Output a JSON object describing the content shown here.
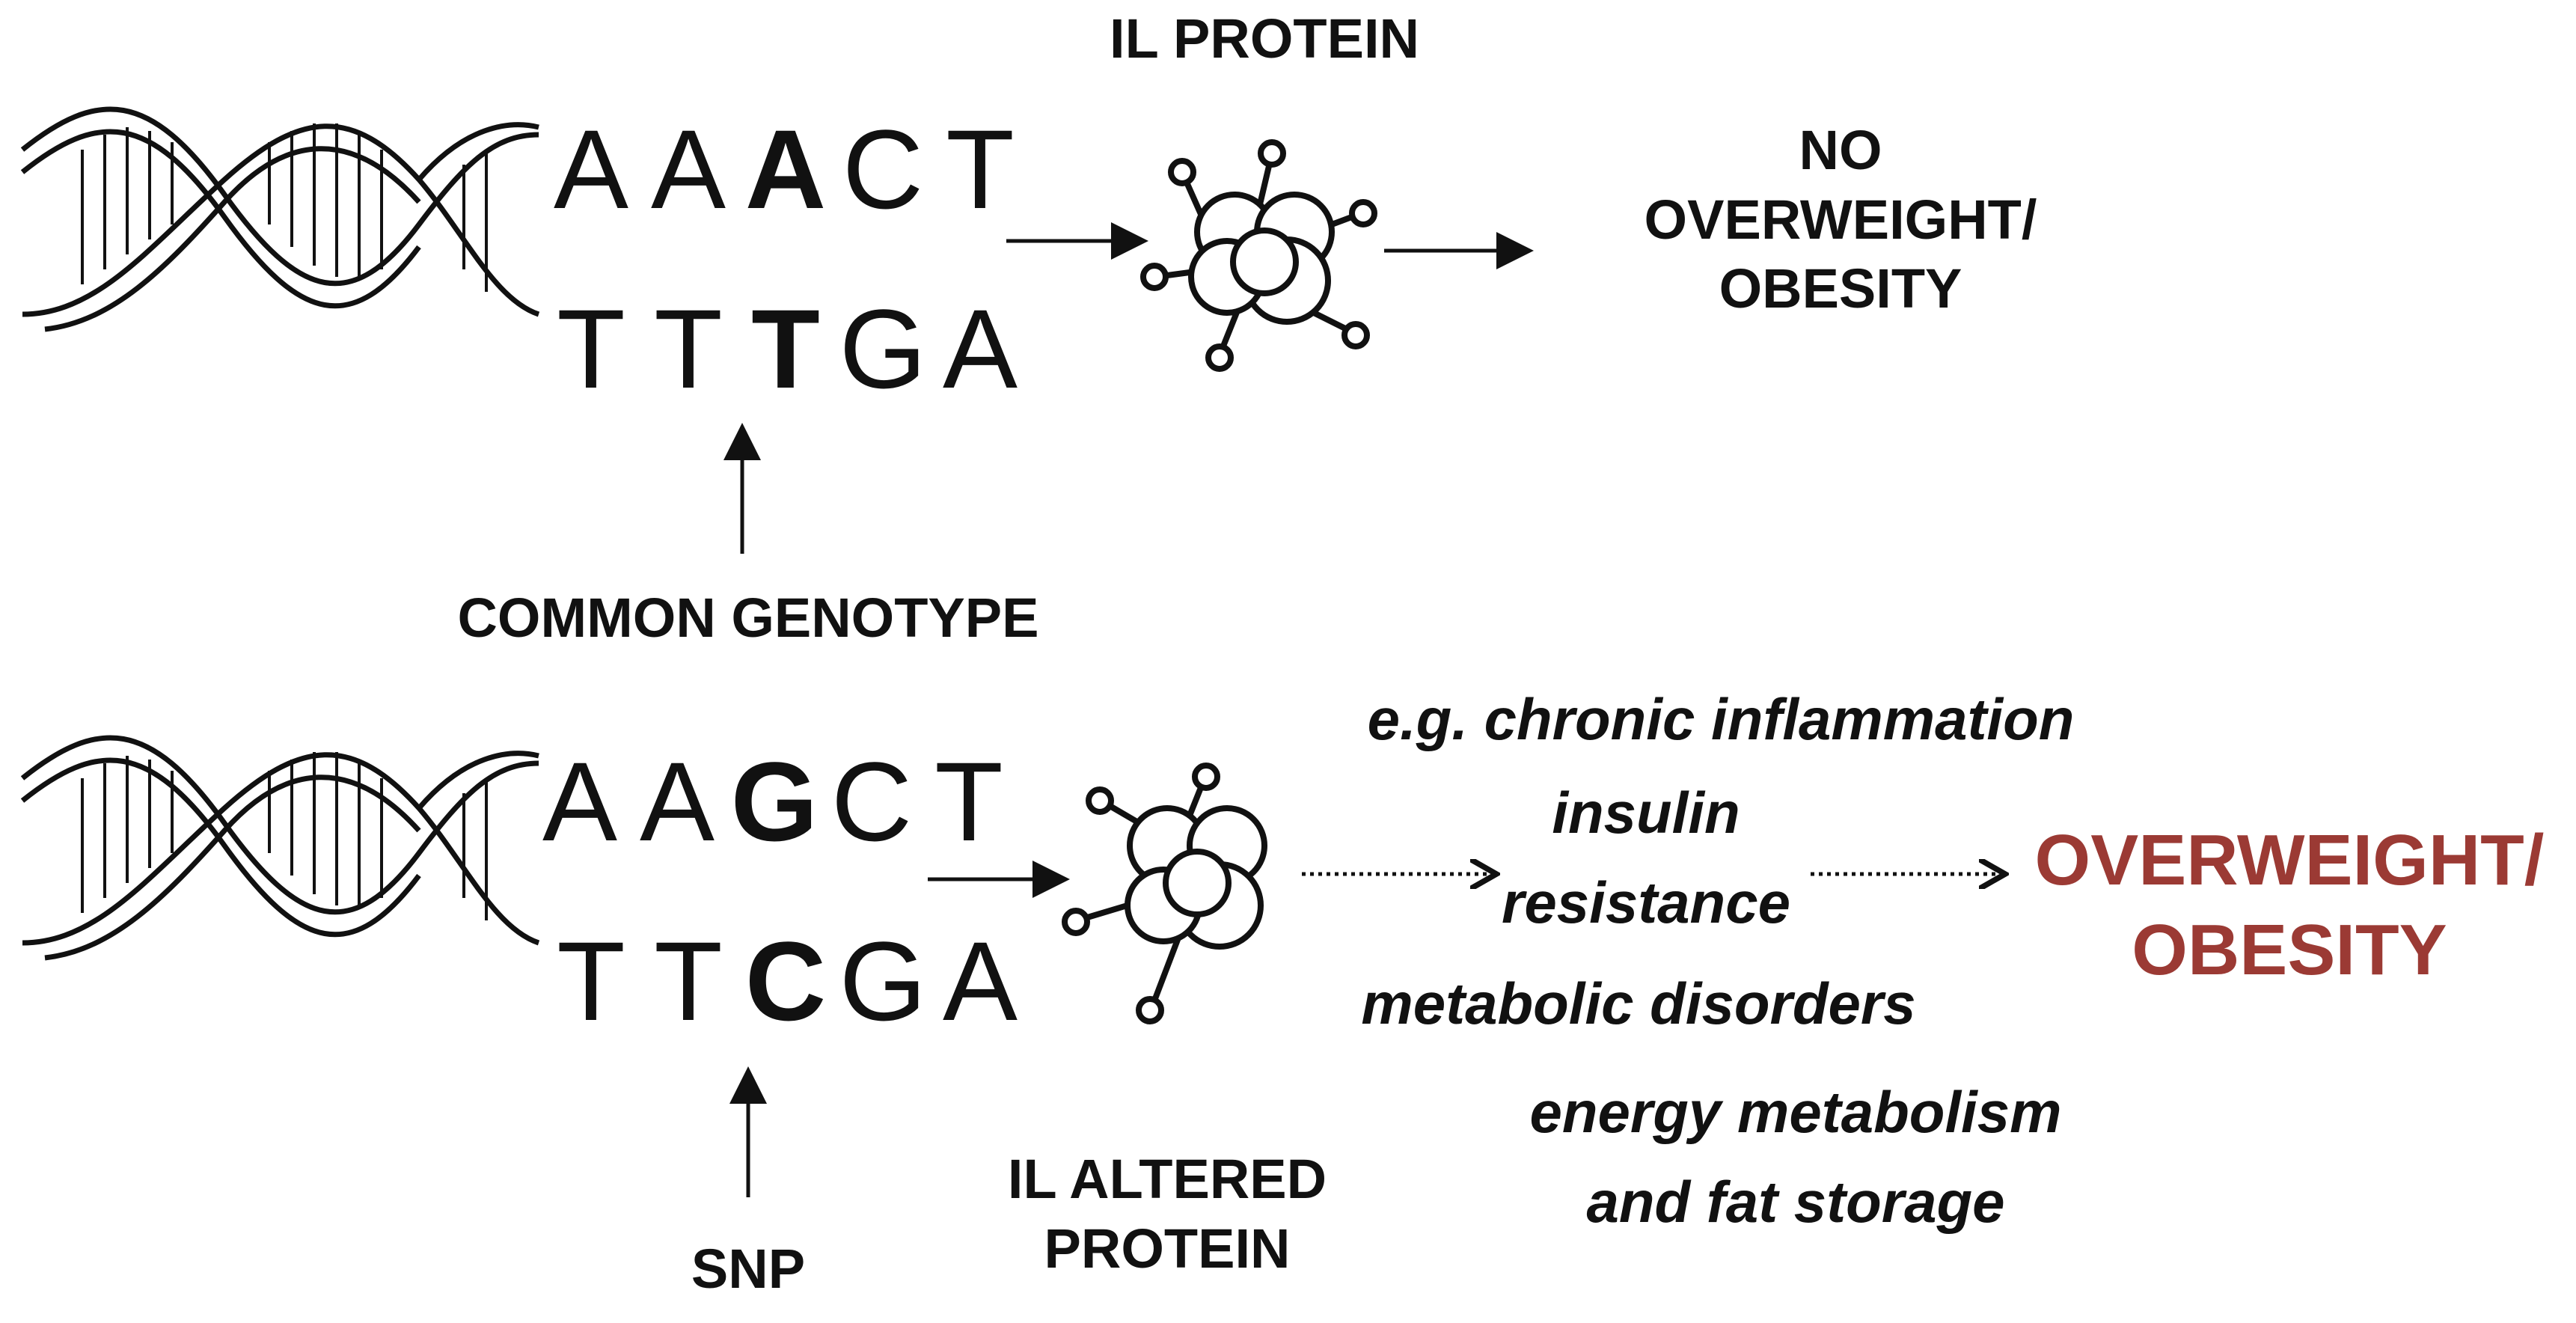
{
  "top": {
    "protein_label": "IL PROTEIN",
    "strand1": [
      "A",
      "A",
      "A",
      "C",
      "T"
    ],
    "strand2": [
      "T",
      "T",
      "T",
      "G",
      "A"
    ],
    "outcome": [
      "NO",
      "OVERWEIGHT/",
      "OBESITY"
    ],
    "genotype_label": "COMMON GENOTYPE"
  },
  "bottom": {
    "strand1": [
      "A",
      "A",
      "G",
      "C",
      "T"
    ],
    "strand2": [
      "T",
      "T",
      "C",
      "G",
      "A"
    ],
    "snp_label": "SNP",
    "protein_label": [
      "IL ALTERED",
      "PROTEIN"
    ],
    "effects": [
      "e.g. chronic inflammation",
      "insulin",
      "resistance",
      "metabolic disorders",
      "energy metabolism",
      "and fat storage"
    ],
    "outcome": [
      "OVERWEIGHT/",
      "OBESITY"
    ]
  },
  "colors": {
    "outcome_red": "#9b3a34",
    "ink": "#111111"
  }
}
